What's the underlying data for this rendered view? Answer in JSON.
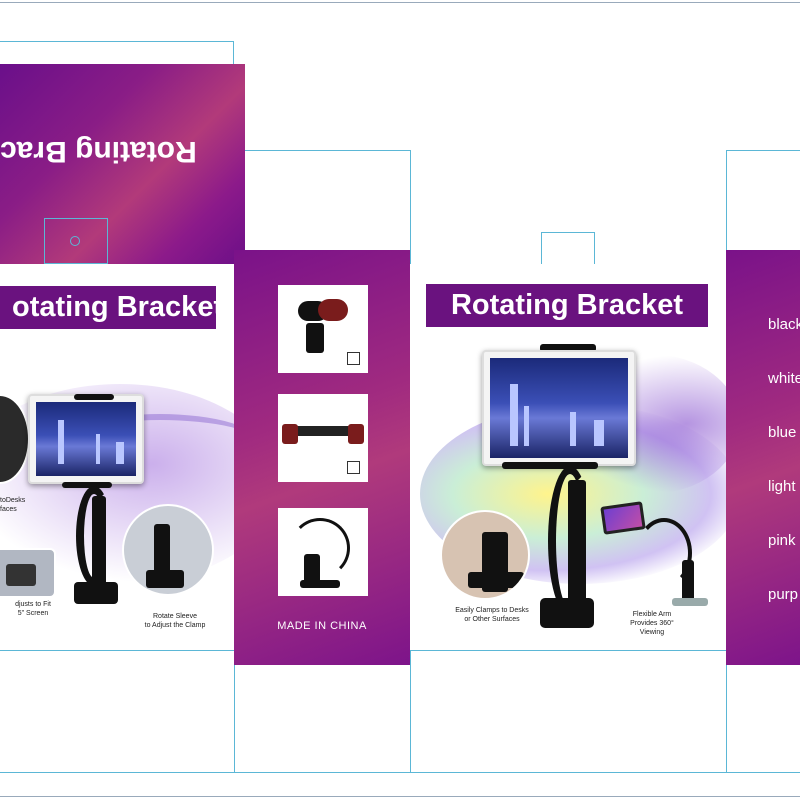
{
  "top_flap": {
    "title": "Rotating Brac"
  },
  "left_panel": {
    "title": "otating Bracket",
    "captions": {
      "clamp": "toDesks\nfaces",
      "adjust": "djusts to Fit\n5\" Screen",
      "rotate": "Rotate Sleeve\nto Adjust the Clamp"
    }
  },
  "front_panel": {
    "title": "Rotating Bracket",
    "captions": {
      "clamp": "Easily Clamps to Desks\nor Other Surfaces",
      "arm": "Flexible Arm\nProvides 360°\nViewing"
    }
  },
  "side_panel": {
    "made_in": "MADE IN CHINA"
  },
  "right_side": {
    "colors": [
      "black",
      "white",
      "blue",
      "light",
      "pink",
      "purp"
    ]
  },
  "colors": {
    "purple_dark": "#6a127f",
    "purple_mid": "#8a1d86",
    "magenta": "#b23a7a",
    "dieline": "#5bb7d6"
  }
}
